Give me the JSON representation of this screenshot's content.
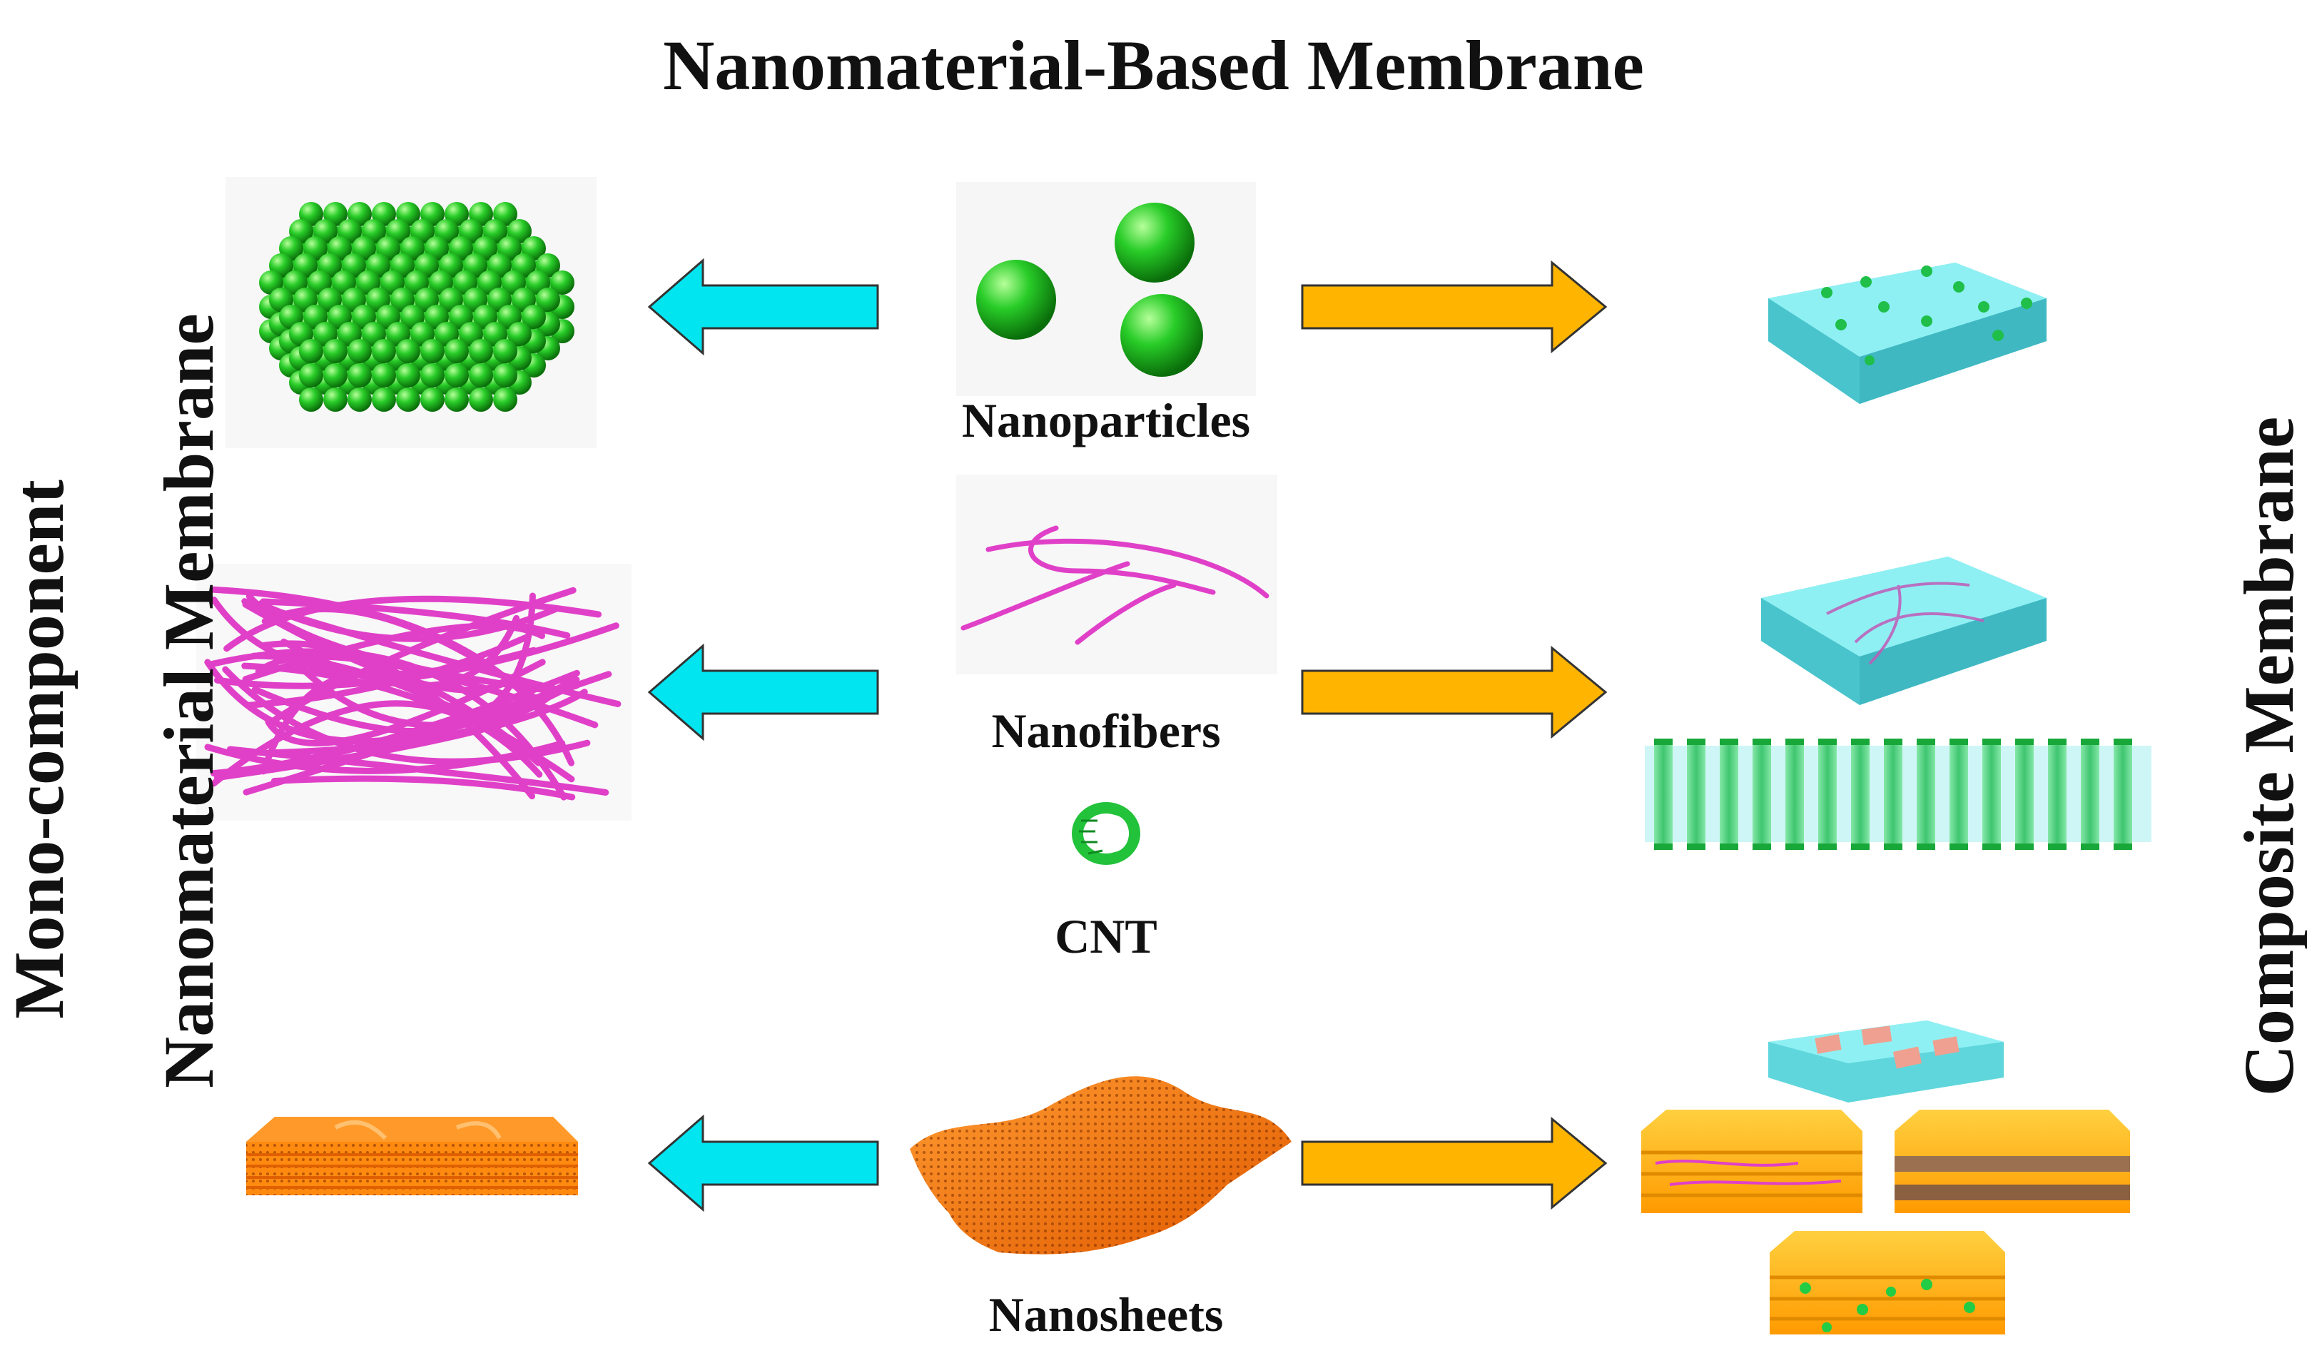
{
  "title": "Nanomaterial-Based Membrane",
  "left_label": {
    "line1": "Mono-component",
    "line2": "Nanomaterial Membrane"
  },
  "right_label": "Composite Membrane",
  "materials": {
    "nanoparticles": "Nanoparticles",
    "nanofibers": "Nanofibers",
    "cnt": "CNT",
    "nanosheets": "Nanosheets"
  },
  "colors": {
    "left_arrow": "#00e5f0",
    "right_arrow": "#ffb400",
    "nanoparticle_green": "#1ec81e",
    "nanofiber_magenta": "#e040c8",
    "nanosheet_orange": "#ff7a10",
    "composite_matrix": "#7fe4ea"
  }
}
